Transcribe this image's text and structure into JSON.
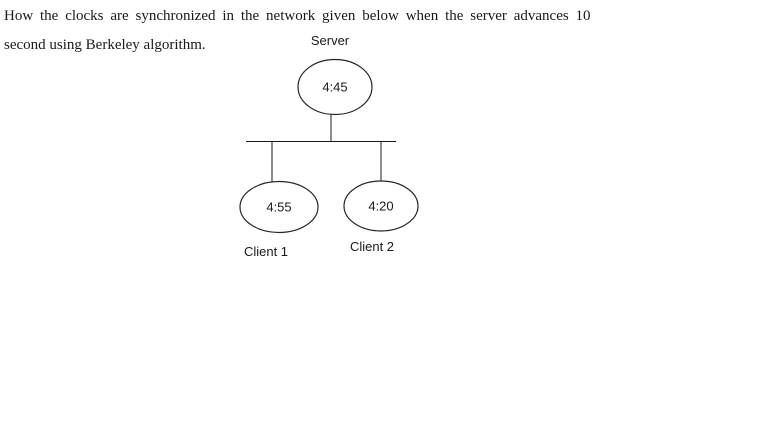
{
  "question": {
    "line1": "How the clocks are synchronized in the network given below when the server advances 10",
    "line2": "second using Berkeley algorithm."
  },
  "diagram": {
    "title": "berkeley-clock-network",
    "stroke_color": "#1a1a1a",
    "fill_color": "#ffffff",
    "nodes": [
      {
        "id": "server",
        "label": "Server",
        "time": "4:45",
        "label_position": "above"
      },
      {
        "id": "client-1",
        "label": "Client 1",
        "time": "4:55",
        "label_position": "below"
      },
      {
        "id": "client-2",
        "label": "Client 2",
        "time": "4:20",
        "label_position": "below"
      }
    ]
  }
}
